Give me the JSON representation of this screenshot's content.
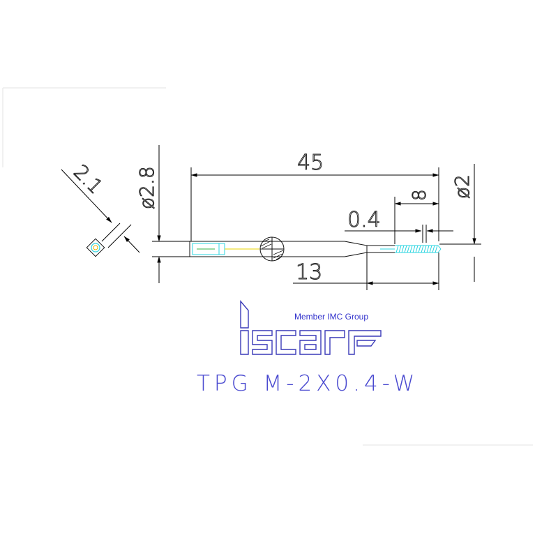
{
  "drawing": {
    "dimensions": {
      "overall_length": "45",
      "shank_diameter": "ø2.8",
      "square_size": "2.1",
      "thread_length": "8",
      "tip_diameter": "ø2",
      "pitch": "0.4",
      "neck_length": "13"
    },
    "colors": {
      "outline": "#111111",
      "thread": "#2ad4e0",
      "logo": "#3a3ab8"
    }
  },
  "logo": {
    "brand": "iscar",
    "tagline": "Member IMC Group"
  },
  "product": {
    "designation": "TPG M-2X0.4-W"
  }
}
